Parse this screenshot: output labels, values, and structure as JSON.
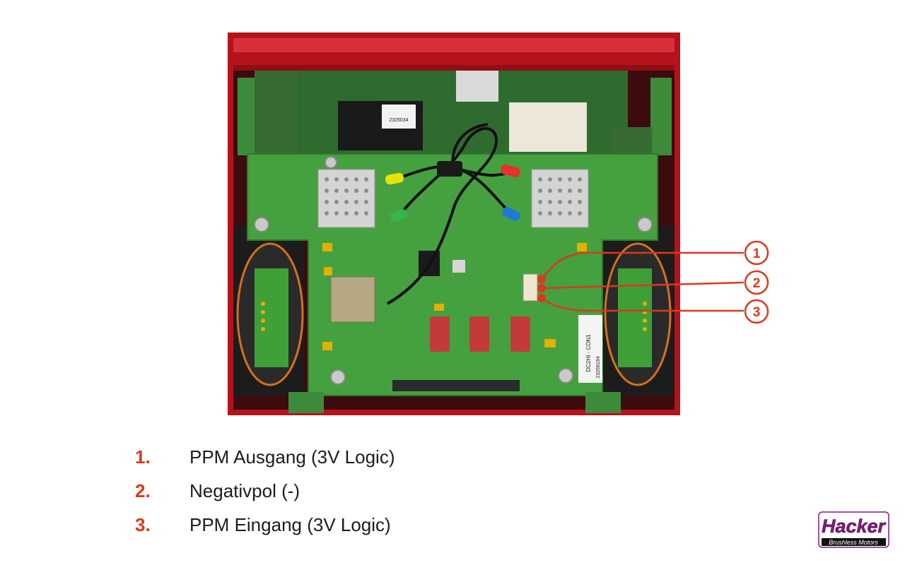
{
  "callouts": [
    {
      "number": "1",
      "label": "PPM Ausgang (3V Logic)"
    },
    {
      "number": "2",
      "label": "Negativpol (-)"
    },
    {
      "number": "3",
      "label": "PPM Eingang (3V Logic)"
    }
  ],
  "legend": [
    {
      "number": "1.",
      "text": "PPM Ausgang (3V Logic)"
    },
    {
      "number": "2.",
      "text": "Negativpol (-)"
    },
    {
      "number": "3.",
      "text": "PPM Eingang (3V Logic)"
    }
  ],
  "logo": {
    "brand": "Hacker",
    "tagline": "Brushless Motors"
  },
  "board_labels": {
    "chip_code_1": "2325034",
    "chip_code_2": "DC2HI - CON1",
    "chip_code_3": "23259194"
  },
  "colors": {
    "accent": "#d93a1c",
    "frame": "#b3121d",
    "pcb": "#3f9a3a",
    "logo_purple": "#7b1e7a"
  }
}
